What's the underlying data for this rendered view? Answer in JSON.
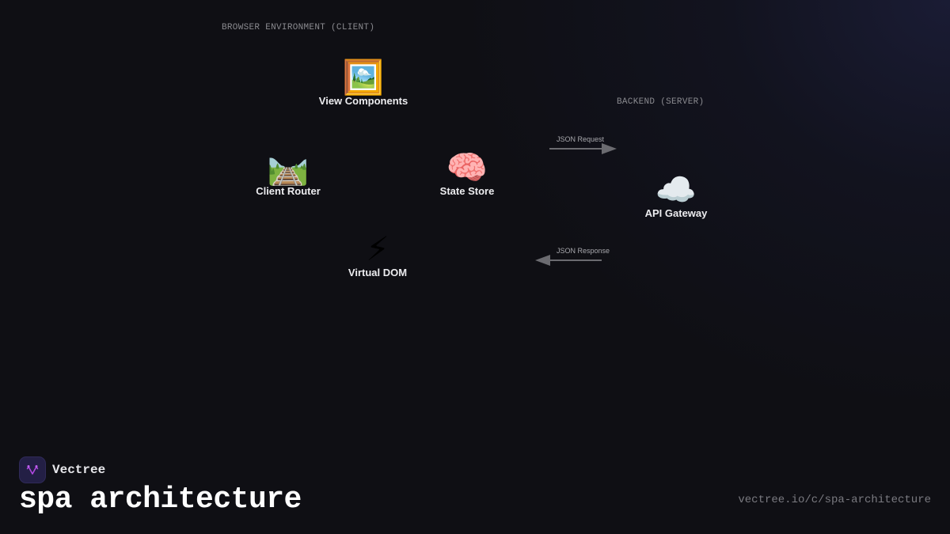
{
  "diagram": {
    "regions": [
      {
        "id": "client",
        "label": "BROWSER ENVIRONMENT (CLIENT)"
      },
      {
        "id": "server",
        "label": "BACKEND (SERVER)"
      }
    ],
    "nodes": [
      {
        "id": "view",
        "label": "View Components",
        "icon": "🖼️",
        "icon_name": "framed-picture-icon",
        "region": "client"
      },
      {
        "id": "router",
        "label": "Client Router",
        "icon": "🛤️",
        "icon_name": "railway-track-icon",
        "region": "client"
      },
      {
        "id": "store",
        "label": "State Store",
        "icon": "🧠",
        "icon_name": "brain-icon",
        "region": "client"
      },
      {
        "id": "vdom",
        "label": "Virtual DOM",
        "icon": "⚡",
        "icon_name": "lightning-icon",
        "region": "client"
      },
      {
        "id": "api",
        "label": "API Gateway",
        "icon": "☁️",
        "icon_name": "cloud-icon",
        "region": "server"
      }
    ],
    "edges": [
      {
        "from": "store",
        "to": "api",
        "label": "JSON Request",
        "direction": "right"
      },
      {
        "from": "api",
        "to": "store",
        "label": "JSON Response",
        "direction": "left"
      }
    ],
    "colors": {
      "background": "#0f0f14",
      "node_label": "#ececef",
      "region_label": "#8a8a8f",
      "edge": "#6b6b70",
      "brand_accent": "#a040d0"
    }
  },
  "footer": {
    "brand": "Vectree",
    "title": "spa architecture",
    "url": "vectree.io/c/spa-architecture"
  }
}
